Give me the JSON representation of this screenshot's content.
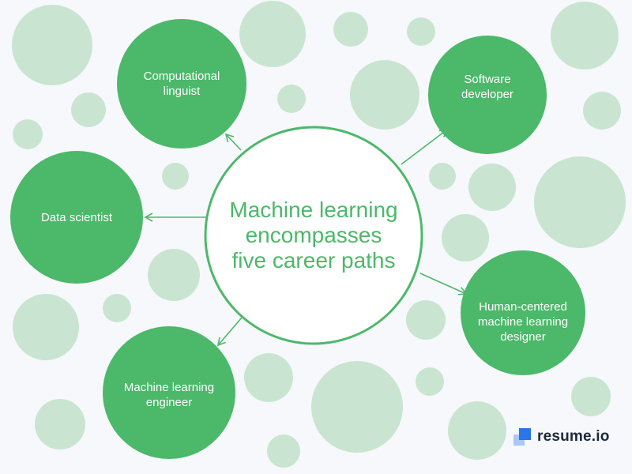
{
  "center": {
    "text": "Machine learning\nencompasses\nfive career paths"
  },
  "nodes": [
    {
      "id": "computational-linguist",
      "text": "Computational\nlinguist"
    },
    {
      "id": "software-developer",
      "text": "Software\ndeveloper"
    },
    {
      "id": "data-scientist",
      "text": "Data scientist"
    },
    {
      "id": "human-centered-designer",
      "text": "Human-centered\nmachine learning\ndesigner"
    },
    {
      "id": "ml-engineer",
      "text": "Machine learning\nengineer"
    }
  ],
  "brand": {
    "name": "resume.io",
    "icon": "resume-io-logo-icon"
  },
  "colors": {
    "node_fill": "#4cb86a",
    "bubble": "#c9e5d1",
    "accent_text": "#4cb86a",
    "background": "#f6f8fb"
  }
}
